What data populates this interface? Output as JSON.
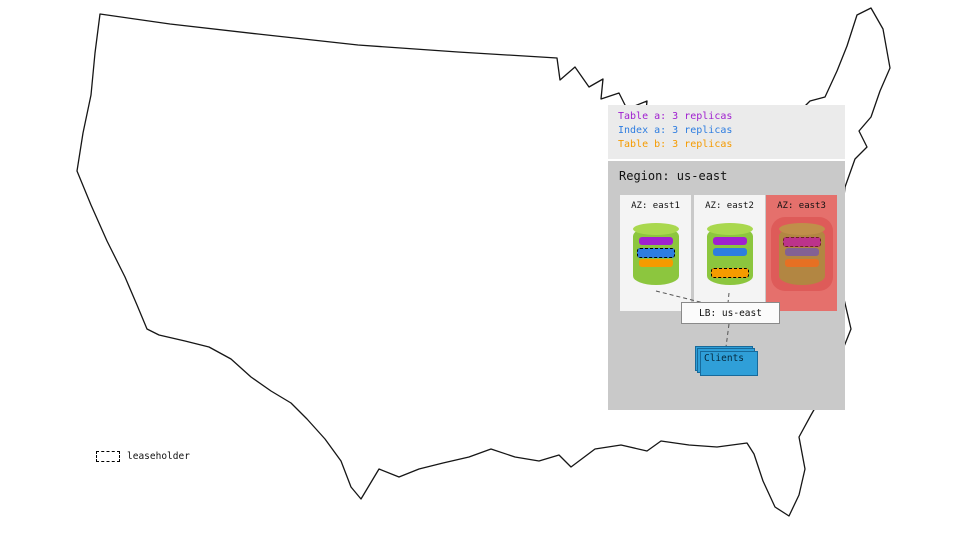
{
  "replica_legend": {
    "entries": [
      {
        "label": "Table a: 3 replicas",
        "color": "#a020d0"
      },
      {
        "label": "Index a: 3 replicas",
        "color": "#2e7de0"
      },
      {
        "label": "Table b: 3 replicas",
        "color": "#f59b00"
      }
    ]
  },
  "region": {
    "label": "Region: us-east",
    "azs": [
      {
        "label": "AZ: east1",
        "status": "up",
        "leaseholder_band": "index-a"
      },
      {
        "label": "AZ: east2",
        "status": "up",
        "leaseholder_band": "table-b"
      },
      {
        "label": "AZ: east3",
        "status": "down",
        "leaseholder_band": "table-a"
      }
    ],
    "lb": {
      "label": "LB: us-east"
    },
    "clients": {
      "label": "Clients"
    }
  },
  "map_legend": {
    "leaseholder_label": "leaseholder"
  },
  "colors": {
    "table_a": "#a020d0",
    "index_a": "#2e7de0",
    "table_b": "#f59b00",
    "cylinder_green": "#8cc63e",
    "az_down_red": "#e5706c",
    "clients_blue": "#2f9fd8",
    "legend_bg": "#ebebeb",
    "region_bg": "#c9c9c9"
  }
}
